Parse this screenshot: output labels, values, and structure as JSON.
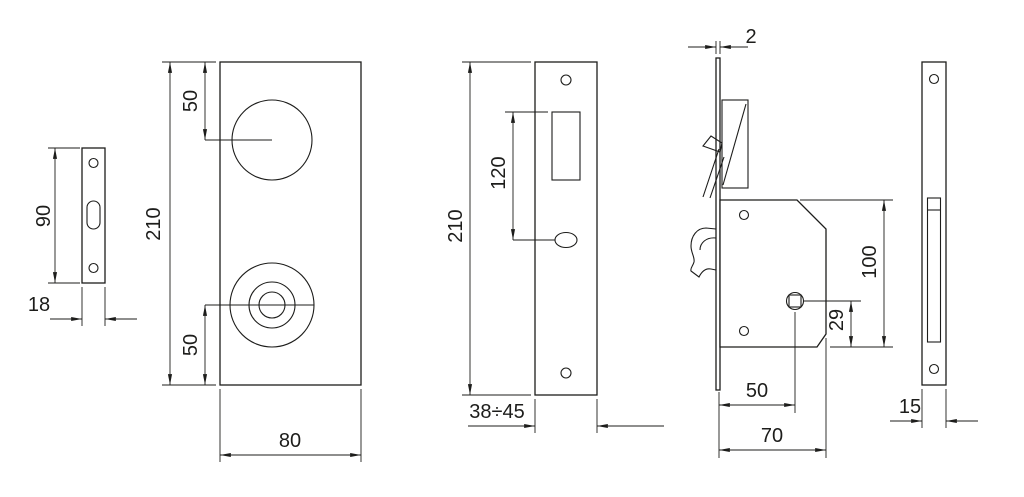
{
  "colors": {
    "ink": "#1d1d1b",
    "paper": "#ffffff"
  },
  "dimensions": {
    "strike_plate": {
      "height": "90",
      "width": "18"
    },
    "lock_plate": {
      "top_to_knob": "50",
      "height": "210",
      "turn_to_bottom": "50",
      "width": "80"
    },
    "faceplate_front": {
      "height": "210",
      "slot_to_oval": "120",
      "width_range": "38÷45"
    },
    "lock_body": {
      "faceplate_thickness": "2",
      "body_height": "100",
      "spindle_to_bottom": "29",
      "backset": "50",
      "depth": "70"
    },
    "faceplate_back": {
      "width": "15"
    }
  }
}
